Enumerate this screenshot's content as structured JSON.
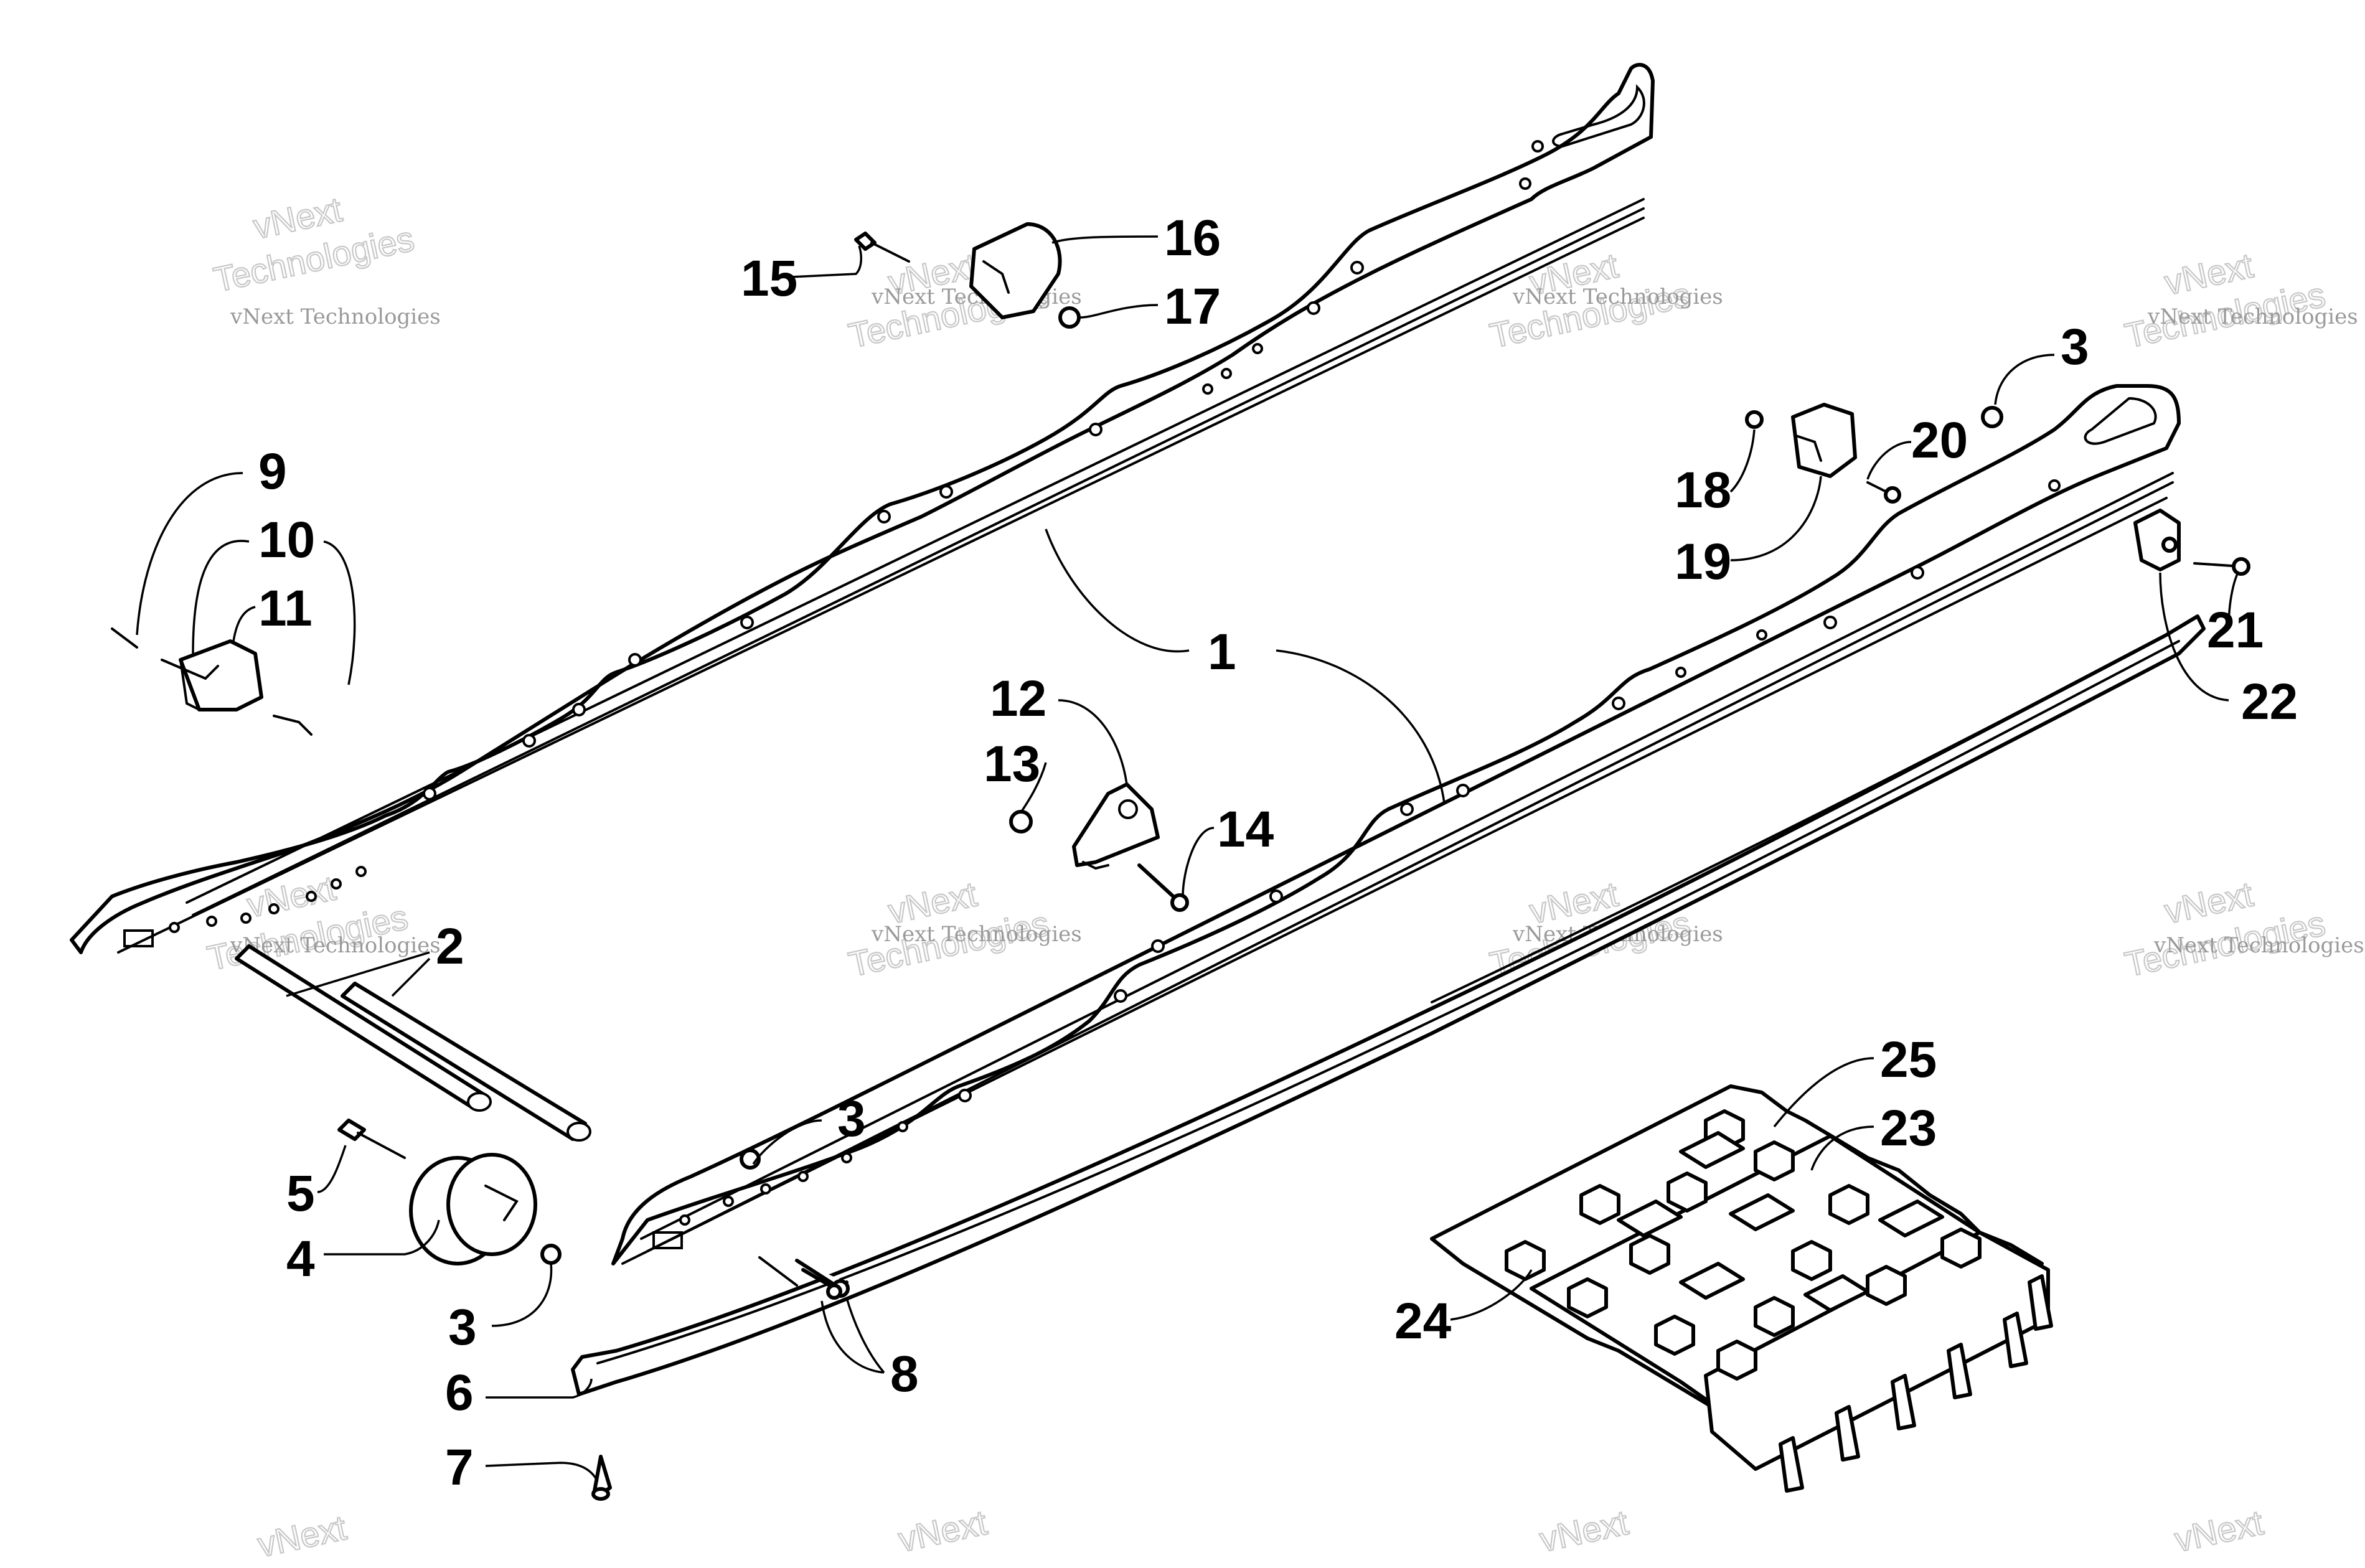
{
  "watermark": {
    "line1": "vNext Technologies",
    "line2a": "vNext",
    "line2b": "Technologies"
  },
  "callouts": [
    "1",
    "2",
    "3",
    "3",
    "3",
    "4",
    "5",
    "6",
    "7",
    "8",
    "9",
    "10",
    "11",
    "12",
    "13",
    "14",
    "15",
    "16",
    "17",
    "18",
    "19",
    "20",
    "21",
    "22",
    "23",
    "24",
    "25"
  ]
}
